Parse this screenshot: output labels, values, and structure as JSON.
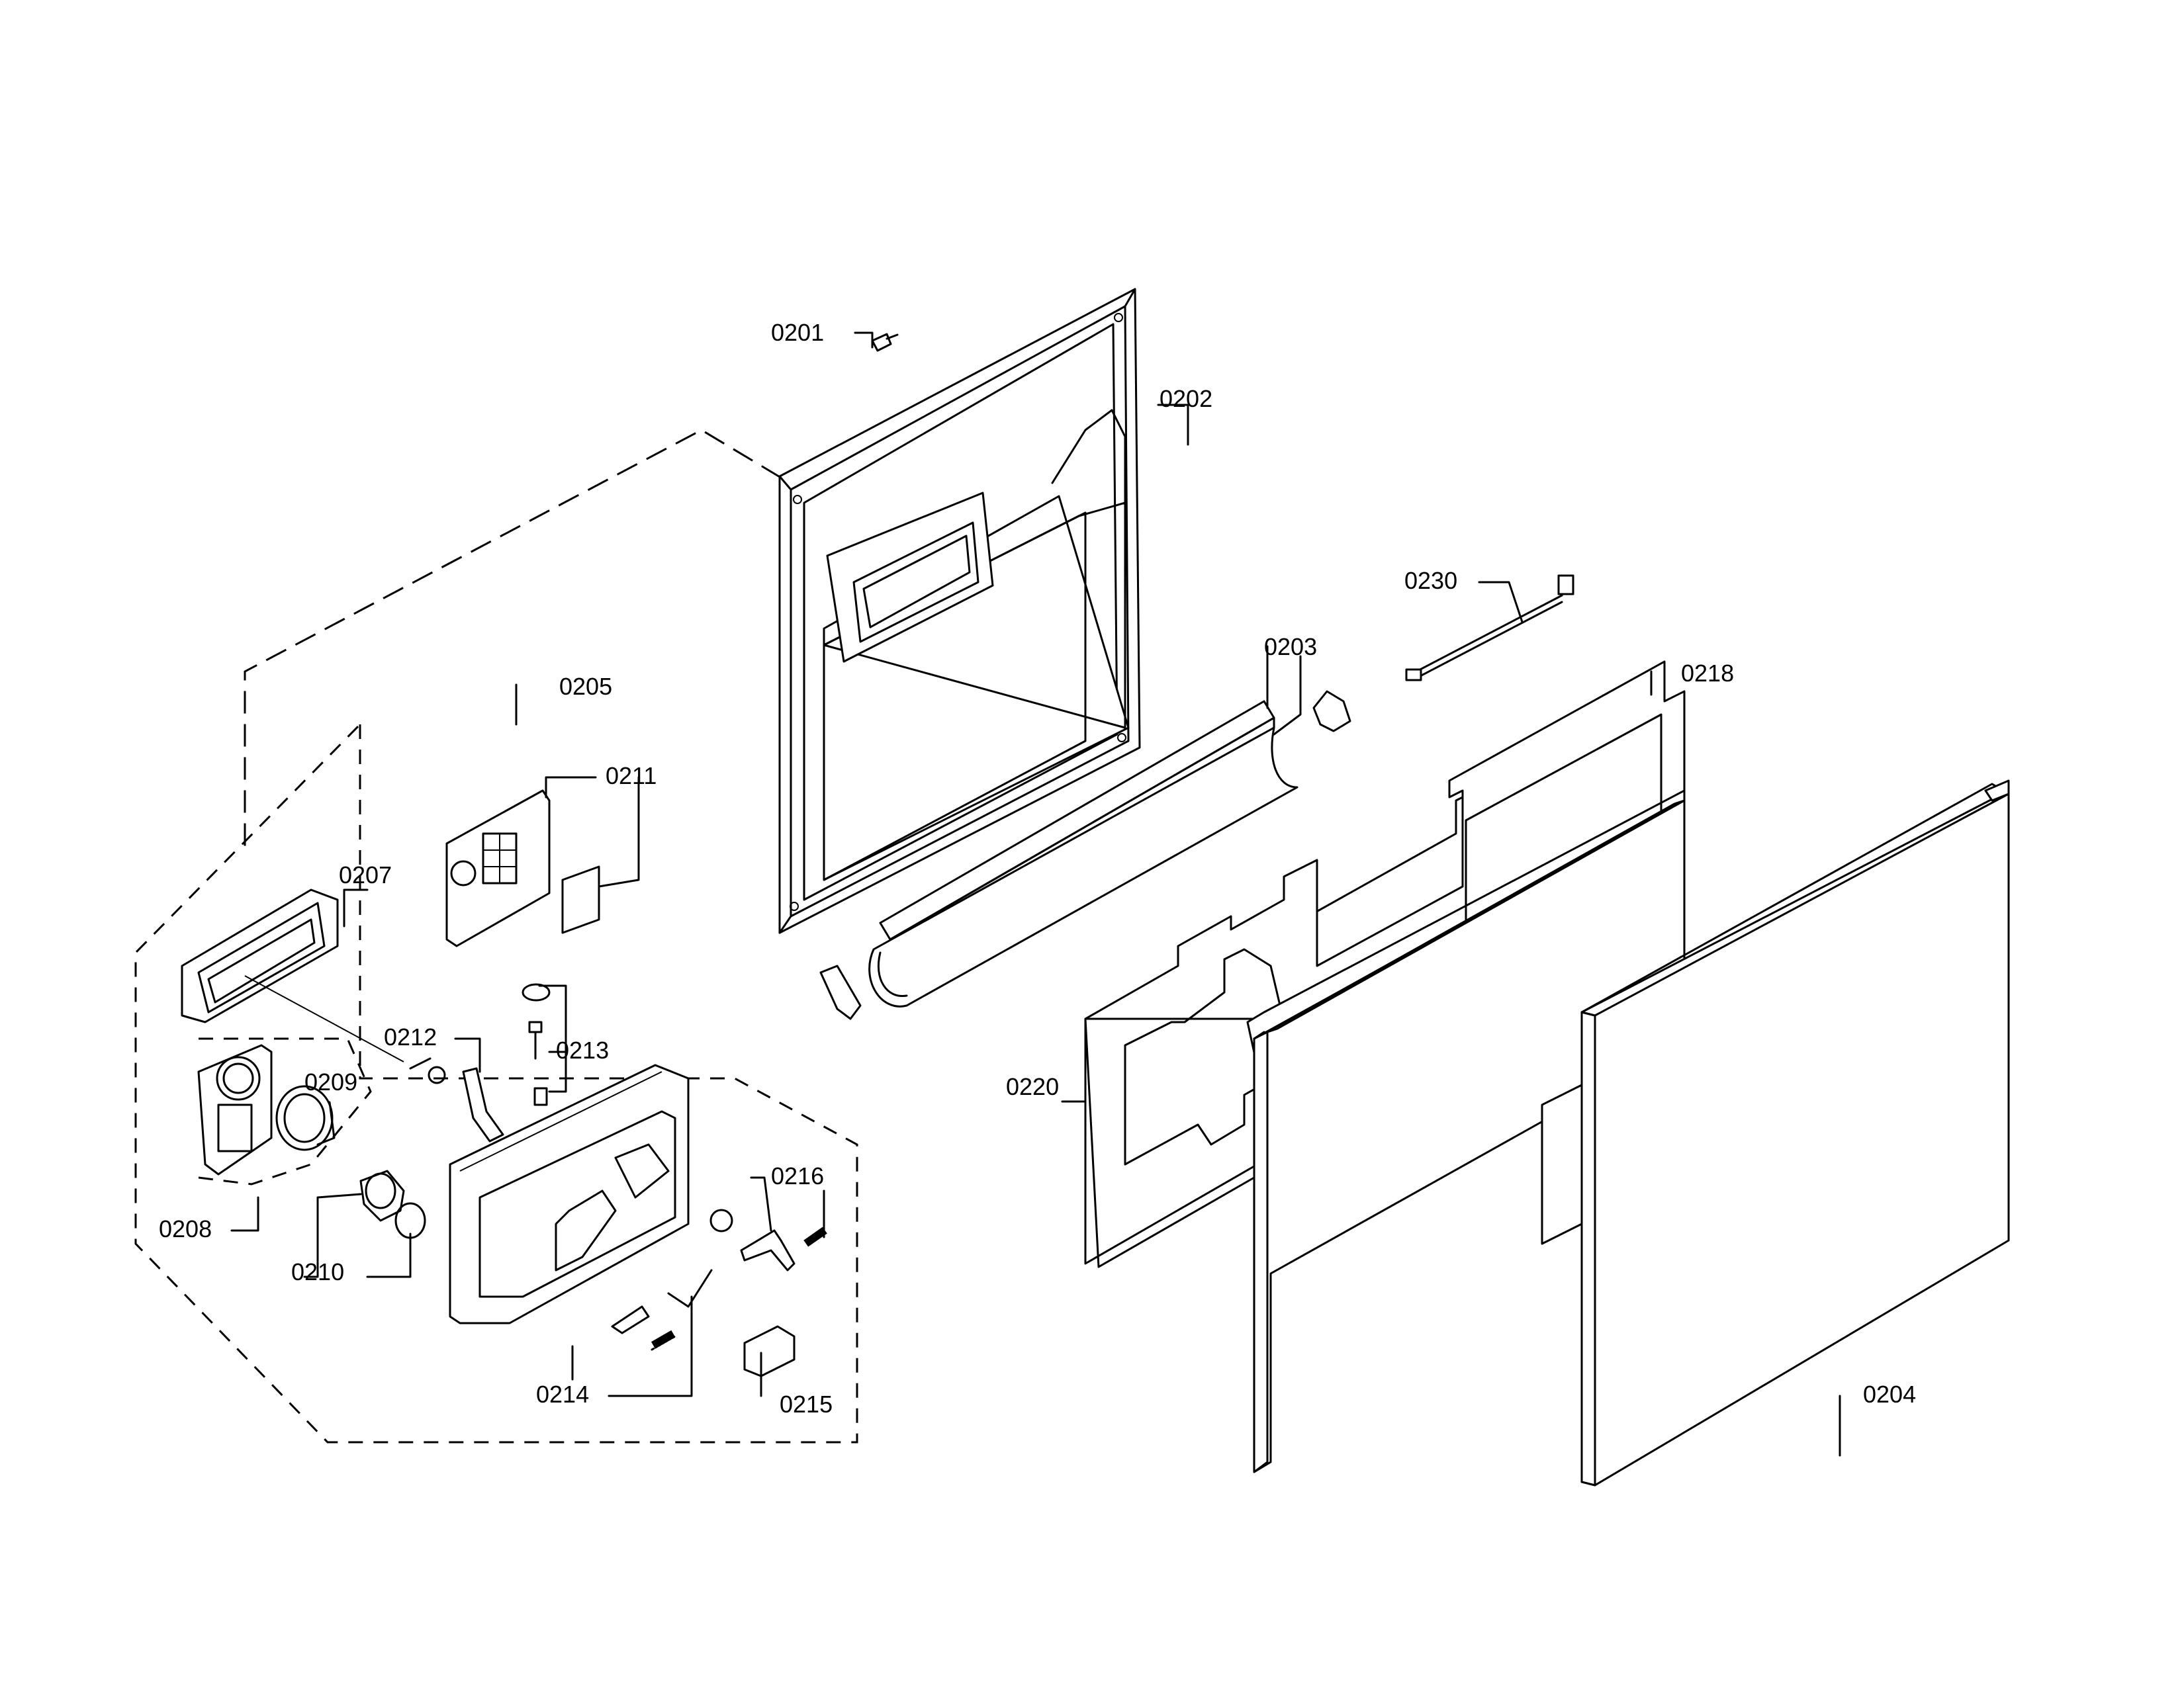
{
  "parts": {
    "p0201": "0201",
    "p0202": "0202",
    "p0203": "0203",
    "p0204": "0204",
    "p0205": "0205",
    "p0207": "0207",
    "p0208": "0208",
    "p0209": "0209",
    "p0210": "0210",
    "p0211": "0211",
    "p0212": "0212",
    "p0213": "0213",
    "p0214": "0214",
    "p0215": "0215",
    "p0216": "0216",
    "p0218": "0218",
    "p0220": "0220",
    "p0230": "0230"
  }
}
